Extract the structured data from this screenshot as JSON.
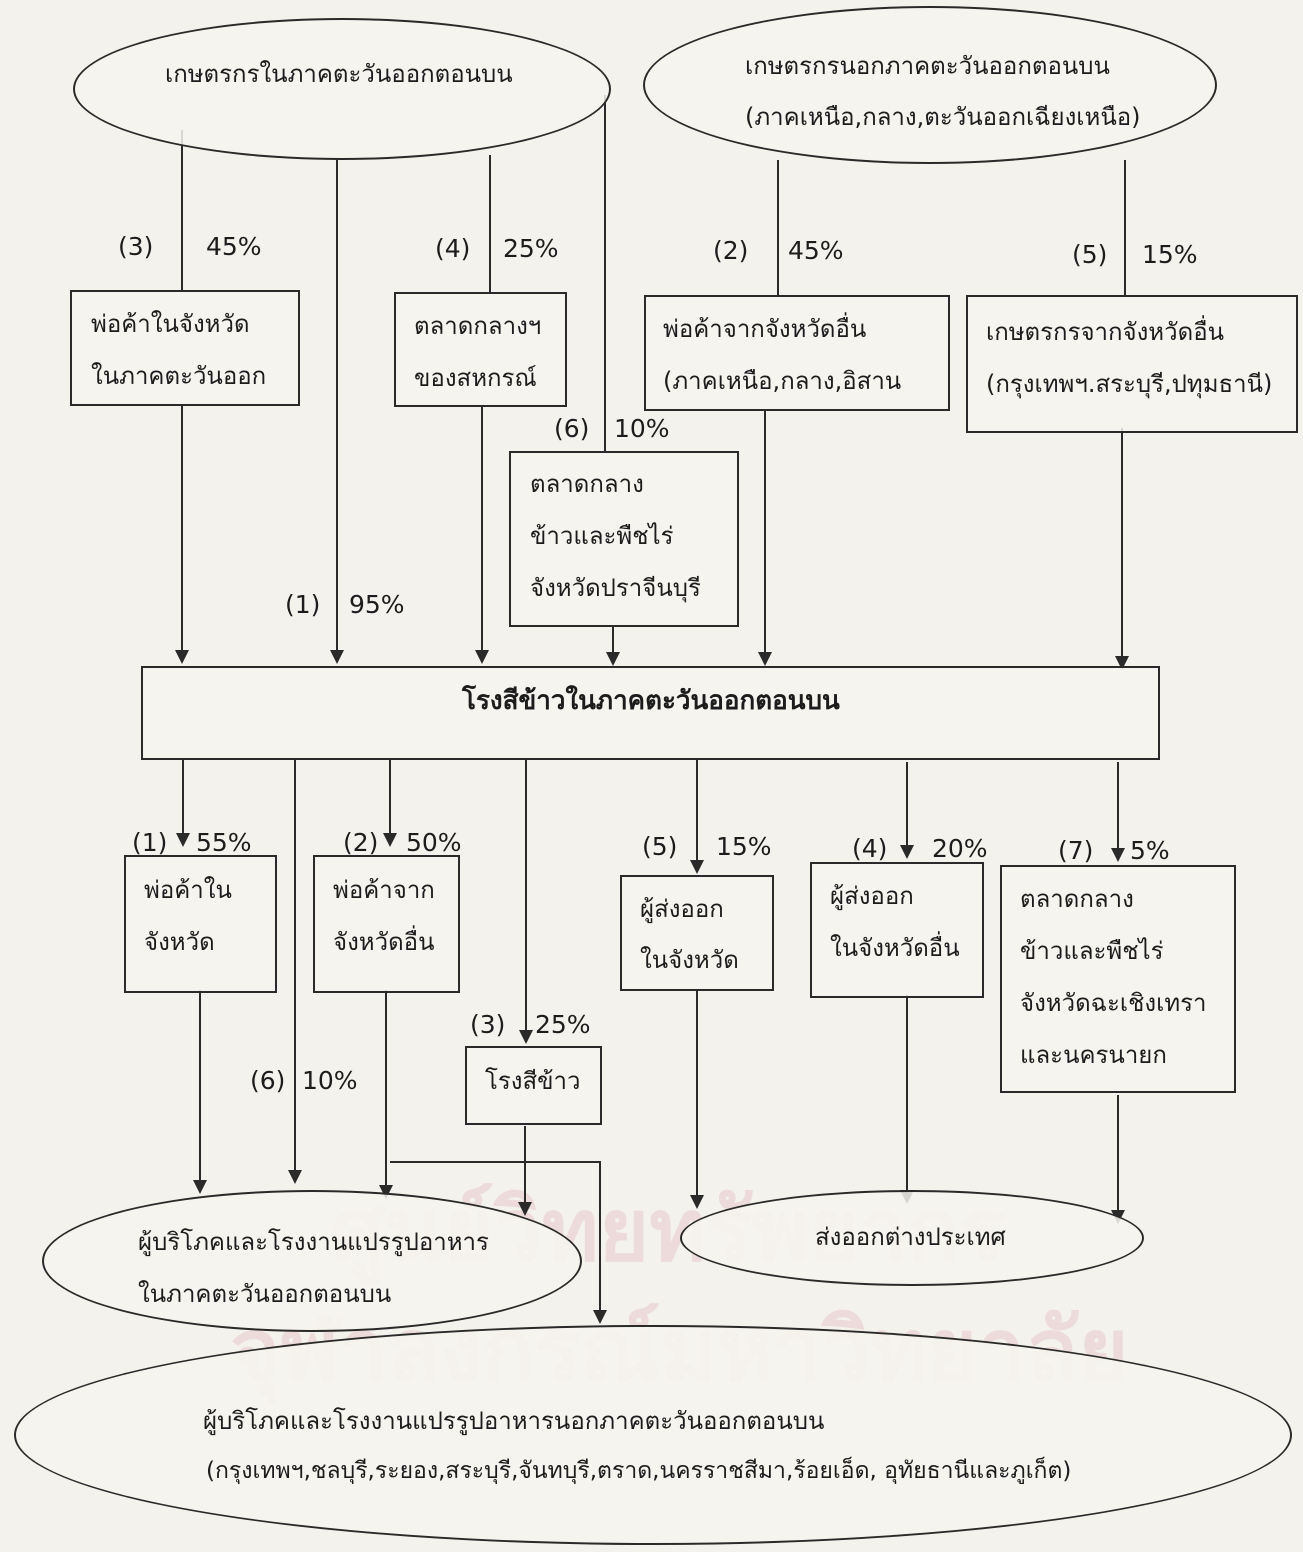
{
  "nodes": {
    "farmers_east": {
      "text": "เกษตรกรในภาคตะวันออกตอนบน"
    },
    "farmers_outside": {
      "line1": "เกษตรกรนอกภาคตะวันออกตอนบน",
      "line2": "(ภาคเหนือ,กลาง,ตะวันออกเฉียงเหนือ)"
    },
    "traders_province_east": {
      "line1": "พ่อค้าในจังหวัด",
      "line2": "ในภาคตะวันออก"
    },
    "coop_market": {
      "line1": "ตลาดกลางฯ",
      "line2": "ของสหกรณ์"
    },
    "traders_other_province": {
      "line1": "พ่อค้าจากจังหวัดอื่น",
      "line2": "(ภาคเหนือ,กลาง,อิสาน"
    },
    "farmers_other_province": {
      "line1": "เกษตรกรจากจังหวัดอื่น",
      "line2": "(กรุงเทพฯ.สระบุรี,ปทุมธานี)"
    },
    "prachinburi_market": {
      "line1": "ตลาดกลาง",
      "line2": "ข้าวและพืชไร่",
      "line3": "จังหวัดปราจีนบุรี"
    },
    "rice_mills_east": {
      "text": "โรงสีข้าวในภาคตะวันออกตอนบน"
    },
    "traders_in_province": {
      "line1": "พ่อค้าใน",
      "line2": "จังหวัด"
    },
    "traders_from_other": {
      "line1": "พ่อค้าจาก",
      "line2": "จังหวัดอื่น"
    },
    "exporters_in_province": {
      "line1": "ผู้ส่งออก",
      "line2": "ในจังหวัด"
    },
    "exporters_other_province": {
      "line1": "ผู้ส่งออก",
      "line2": "ในจังหวัดอื่น"
    },
    "chachoengsao_market": {
      "line1": "ตลาดกลาง",
      "line2": "ข้าวและพืชไร่",
      "line3": "จังหวัดฉะเชิงเทรา",
      "line4": "และนครนายก"
    },
    "rice_mill": {
      "text": "โรงสีข้าว"
    },
    "consumers_east": {
      "line1": "ผู้บริโภคและโรงงานแปรรูปอาหาร",
      "line2": "ในภาคตะวันออกตอนบน"
    },
    "export": {
      "text": "ส่งออกต่างประเทศ"
    },
    "consumers_outside": {
      "line1": "ผู้บริโภคและโรงงานแปรรูปอาหารนอกภาคตะวันออกตอนบน",
      "line2": "(กรุงเทพฯ,ชลบุรี,ระยอง,สระบุรี,จันทบุรี,ตราด,นครราชสีมา,ร้อยเอ็ด, อุทัยธานีและภูเก็ต)"
    }
  },
  "flows_in": {
    "f3": {
      "num": "(3)",
      "pct": "45%"
    },
    "f4": {
      "num": "(4)",
      "pct": "25%"
    },
    "f2": {
      "num": "(2)",
      "pct": "45%"
    },
    "f5": {
      "num": "(5)",
      "pct": "15%"
    },
    "f6": {
      "num": "(6)",
      "pct": "10%"
    },
    "f1": {
      "num": "(1)",
      "pct": "95%"
    }
  },
  "flows_out": {
    "o1": {
      "num": "(1)",
      "pct": "55%"
    },
    "o2": {
      "num": "(2)",
      "pct": "50%"
    },
    "o5": {
      "num": "(5)",
      "pct": "15%"
    },
    "o4": {
      "num": "(4)",
      "pct": "20%"
    },
    "o7": {
      "num": "(7)",
      "pct": "5%"
    },
    "o3": {
      "num": "(3)",
      "pct": "25%"
    },
    "o6": {
      "num": "(6)",
      "pct": "10%"
    }
  },
  "watermark": {
    "line1": "ศูนย์วิทยทรัพยากร",
    "line2": "จุฬาลงกรณ์มหาวิทยาลัย"
  }
}
